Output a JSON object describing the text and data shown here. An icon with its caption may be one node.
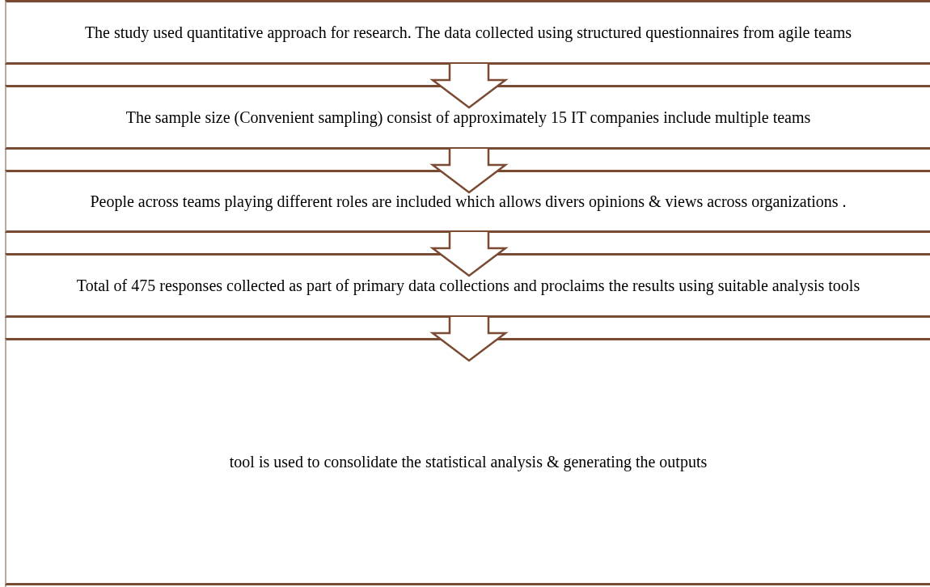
{
  "diagram": {
    "nodes": [
      {
        "text": [
          "The study used quantitative approach for research. The data collected using structured questionnaires from agile teams"
        ]
      },
      {
        "text": [
          "The sample size (Convenient sampling) consist of approximately 15 IT companies include multiple teams"
        ]
      },
      {
        "text": [
          "People across teams playing different roles are included  which allows divers opinions & views across organizations ."
        ]
      },
      {
        "text": [
          "Total of 475 responses collected as part of primary data collections and proclaims the results using suitable  analysis tools"
        ]
      },
      {
        "text": [
          "tool is used to consolidate the statistical analysis & generating the outputs"
        ]
      }
    ],
    "edges": [
      {
        "from": 0,
        "to": 1,
        "arrow": "to"
      },
      {
        "from": 1,
        "to": 2,
        "arrow": "to"
      },
      {
        "from": 2,
        "to": 3,
        "arrow": "to"
      },
      {
        "from": 3,
        "to": 4,
        "arrow": "to"
      }
    ]
  }
}
